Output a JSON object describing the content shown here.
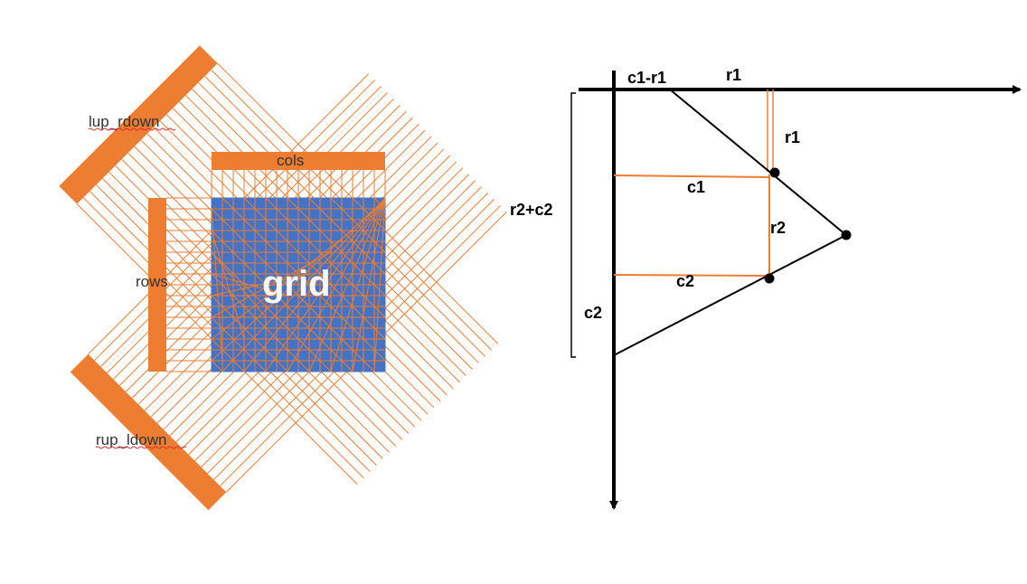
{
  "colors": {
    "orange": "#ED7D31",
    "blue": "#4472C4",
    "black": "#000000",
    "spellcheck": "#E03030"
  },
  "left_diagram": {
    "labels": {
      "lup_rdown": "lup_rdown",
      "cols": "cols",
      "rows": "rows",
      "grid": "grid",
      "rup_ldown": "rup_ldown"
    },
    "grid_divisions": 16
  },
  "right_diagram": {
    "labels": {
      "c1_minus_r1": "c1-r1",
      "r1_top": "r1",
      "r1_side": "r1",
      "c1": "c1",
      "r2": "r2",
      "c2_horizontal": "c2",
      "r2_plus_c2": "r2+c2",
      "c2_vertical": "c2"
    }
  }
}
